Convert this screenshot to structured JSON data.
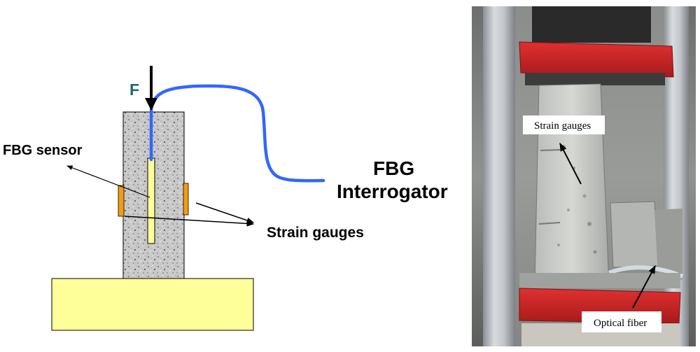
{
  "schematic": {
    "force_label": "F",
    "sensor_label": "FBG sensor",
    "gauges_label": "Strain gauges",
    "interrogator_line1": "FBG",
    "interrogator_line2": "Interrogator"
  },
  "photo": {
    "gauges_label": "Strain gauges",
    "fiber_label": "Optical fiber"
  },
  "colors": {
    "force_label": "#1f6b6b",
    "fiber": "#3366ff",
    "base": "#ffff99",
    "sensor": "#ffff99",
    "gauge": "#f39c12",
    "concrete": "#c8c8c8",
    "press_plate": "#d62828"
  }
}
